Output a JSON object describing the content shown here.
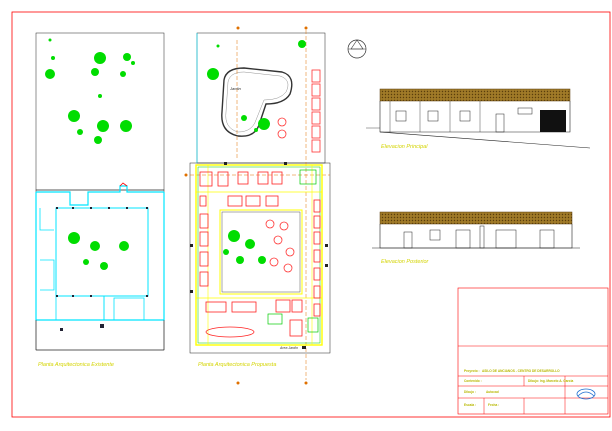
{
  "drawing": {
    "labels": {
      "plan_existing": "Planta Arquitectonica Existente",
      "plan_proposed": "Planta Arquitectonica Propuesta",
      "elev_main": "Elevacion Principal",
      "elev_rear": "Elevacion Posterior",
      "garden_small": "Jardin",
      "scale_small": "Area Jardin"
    },
    "title_block": {
      "project_label": "Proyecto :",
      "project_value": "ASILO DE ANCIANOS - CENTRO DE DESARROLLO",
      "content_label": "Contenido :",
      "content_value": "Dibujo: Ing. Marcelo A. Garcia",
      "drawn_label": "Dibujo :",
      "drawn_value": "Autocad",
      "scale_label": "Escala :",
      "date_label": "Fecha :"
    },
    "colors": {
      "frame": "#ff0000",
      "wall_existing": "#00e5ff",
      "wall_proposed": "#ff3333",
      "vegetation": "#00dd00",
      "yellow": "#ffff00",
      "roof": "#8b6914",
      "ink": "#1a1a1a"
    }
  }
}
